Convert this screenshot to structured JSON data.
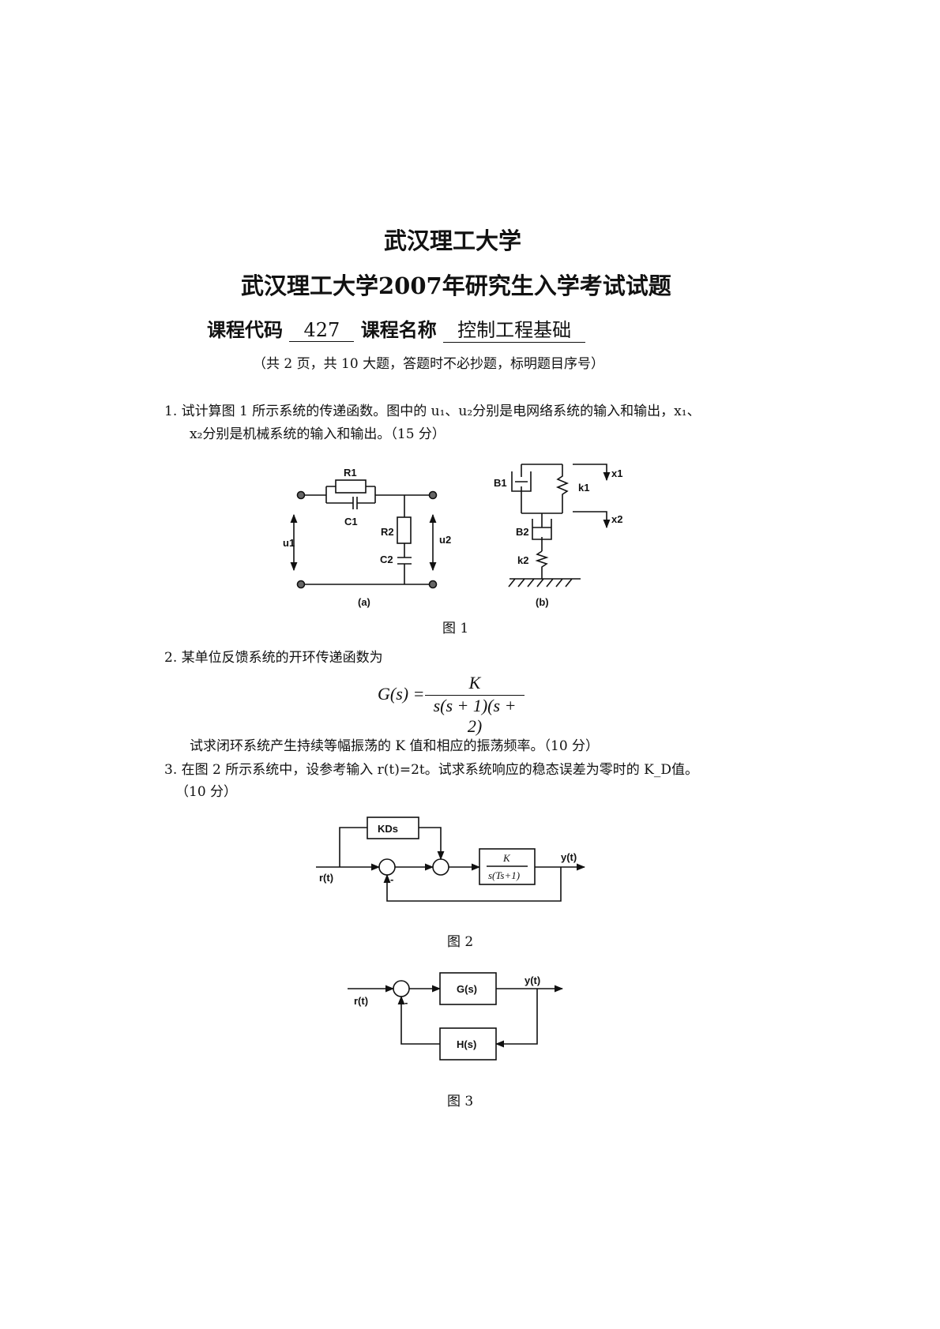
{
  "header": {
    "university": "武汉理工大学",
    "exam_title": "武汉理工大学2007年研究生入学考试试题",
    "course_code_label": "课程代码",
    "course_code": "427",
    "course_name_label": "课程名称",
    "course_name": "控制工程基础",
    "note": "（共 2 页，共 10 大题，答题时不必抄题，标明题目序号）"
  },
  "questions": [
    {
      "line1": "1.  试计算图 1 所示系统的传递函数。图中的 u₁、u₂分别是电网络系统的输入和输出，x₁、",
      "line2": "x₂分别是机械系统的输入和输出。（15 分）"
    },
    {
      "line1": "2.  某单位反馈系统的开环传递函数为",
      "formula_lhs": "G(s) =",
      "formula_num": "K",
      "formula_den": "s(s + 1)(s + 2)",
      "line2": "试求闭环系统产生持续等幅振荡的 K 值和相应的振荡频率。（10 分）"
    },
    {
      "line1": "3.  在图 2 所示系统中，设参考输入 r(t)=2t。试求系统响应的稳态误差为零时的 K_D值。",
      "line2": "（10 分）"
    }
  ],
  "figure1": {
    "caption": "图 1",
    "a": {
      "label": "(a)",
      "R1": "R1",
      "C1": "C1",
      "R2": "R2",
      "C2": "C2",
      "u1": "u1",
      "u2": "u2"
    },
    "b": {
      "label": "(b)",
      "B1": "B1",
      "k1": "k1",
      "B2": "B2",
      "k2": "k2",
      "x1": "x1",
      "x2": "x2"
    }
  },
  "figure2": {
    "caption": "图 2",
    "kd_block": "KDs",
    "plant_num": "K",
    "plant_den": "s(Ts+1)",
    "input": "r(t)",
    "output": "y(t)",
    "minus": "-"
  },
  "figure3": {
    "caption": "图 3",
    "g_block": "G(s)",
    "h_block": "H(s)",
    "input": "r(t)",
    "output": "y(t)",
    "minus": "-"
  }
}
